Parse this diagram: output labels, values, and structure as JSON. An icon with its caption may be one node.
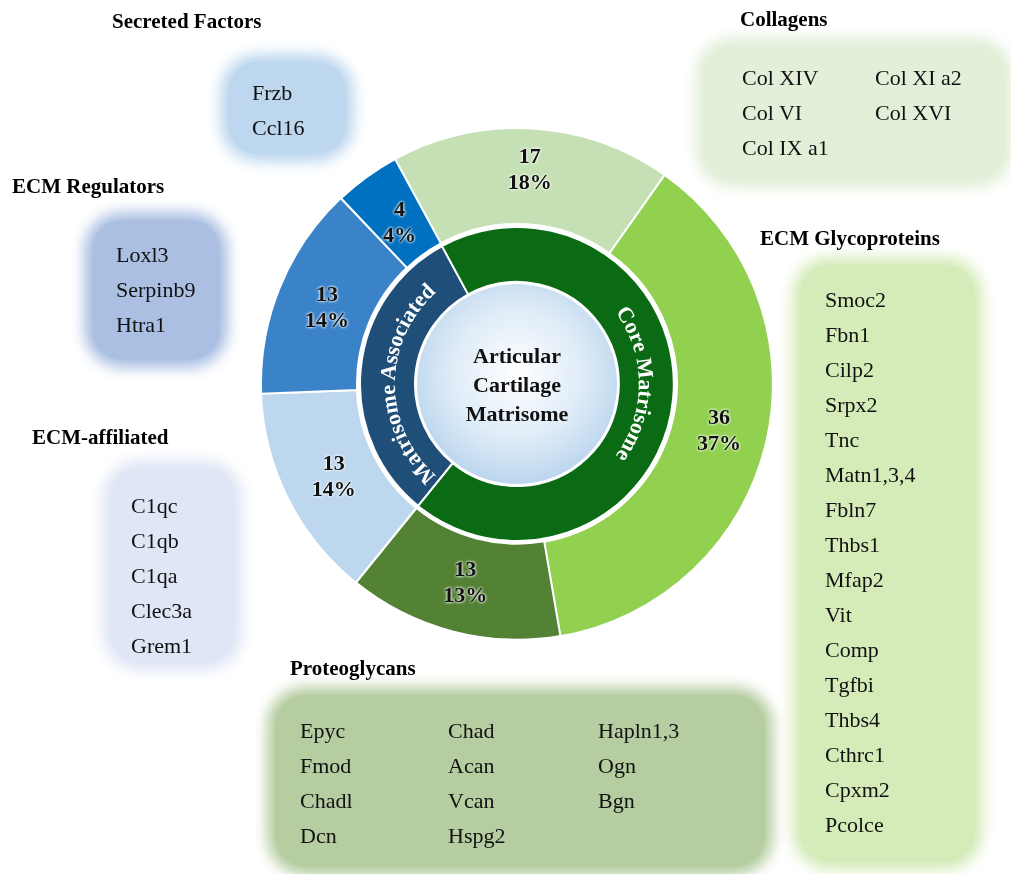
{
  "diagram": {
    "nodes": [
      {
        "text": [
          "Secreted Factors",
          "Frzb",
          "Ccl16"
        ]
      },
      {
        "text": [
          "Collagens",
          "Col XIV",
          "Col XI a2",
          "Col VI",
          "Col XVI",
          "Col IX a1"
        ]
      },
      {
        "text": [
          "4",
          "4%"
        ]
      },
      {
        "text": [
          "17",
          "18%"
        ]
      },
      {
        "text": [
          "ECM Regulators",
          "Loxl3",
          "Serpinb9",
          "Htra1"
        ]
      },
      {
        "text": [
          "Matrisome Associated"
        ]
      },
      {
        "text": [
          "Articular Cartilage Matrisome"
        ]
      },
      {
        "text": [
          "Core Matrisome"
        ]
      },
      {
        "text": [
          "13",
          "14%"
        ]
      },
      {
        "text": [
          "ECM Glycoproteins",
          "Smoc2",
          "Fbn1",
          "Cilp2",
          "Srpx2",
          "Tnc",
          "Matn1,3,4",
          "Fbln7",
          "Thbs1",
          "Mfap2",
          "Vit",
          "Comp",
          "Tgfbi",
          "Thbs4",
          "Cthrc1",
          "Cpxm2",
          "Pcolce"
        ]
      },
      {
        "text": [
          "36",
          "37%"
        ]
      },
      {
        "text": [
          "ECM-affiliated",
          "C1qc",
          "C1qb",
          "C1qa",
          "Clec3a",
          "Grem1"
        ]
      },
      {
        "text": [
          "13",
          "14%"
        ]
      },
      {
        "text": [
          "13",
          "13%"
        ]
      },
      {
        "text": [
          "Proteoglycans",
          "Epyc",
          "Chad",
          "Hapln1,3",
          "Fmod",
          "Acan",
          "Ogn",
          "Chadl",
          "Vcan",
          "Bgn",
          "Dcn",
          "Hspg2"
        ]
      }
    ]
  }
}
